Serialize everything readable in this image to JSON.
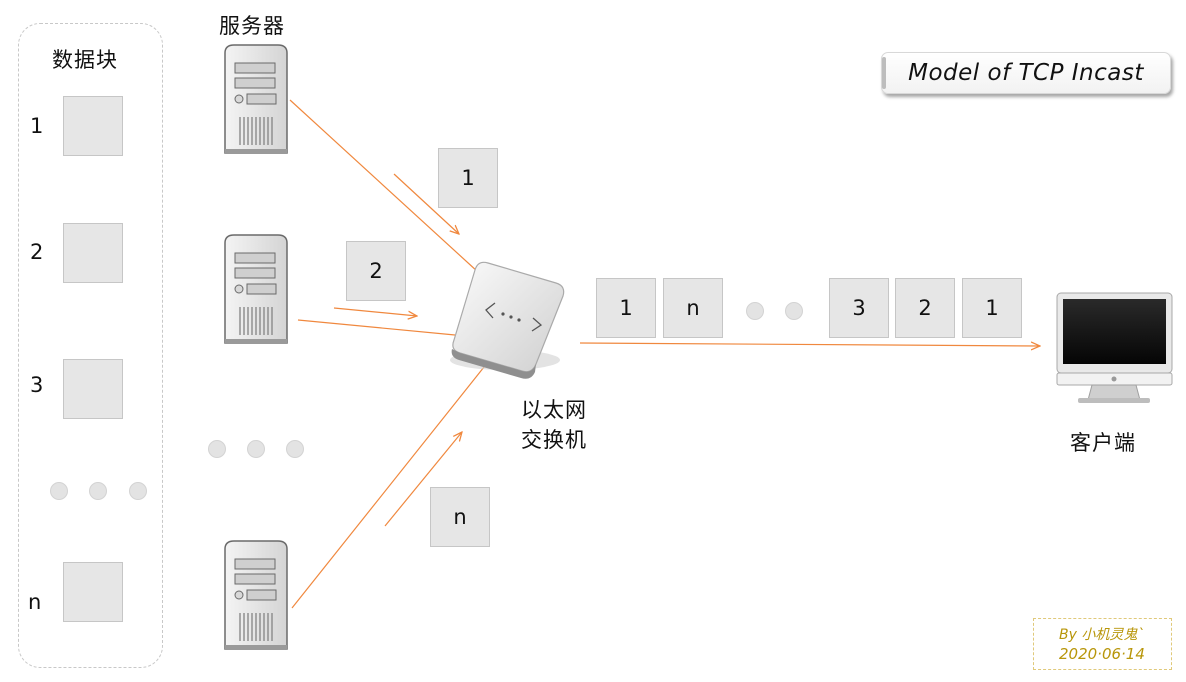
{
  "title": "Model of TCP Incast",
  "blocks_panel": {
    "heading": "数据块",
    "items": [
      "1",
      "2",
      "3",
      "n"
    ]
  },
  "servers_label": "服务器",
  "packets_in_flight": [
    "1",
    "2",
    "n"
  ],
  "switch_label_lines": [
    "以太网",
    "交换机"
  ],
  "output_queue": [
    "1",
    "n",
    "3",
    "2",
    "1"
  ],
  "client_label": "客户端",
  "credit": {
    "author": "By 小机灵鬼`",
    "date": "2020·06·14"
  },
  "colors": {
    "arrow": "#f0883e",
    "block_fill": "#e6e6e6",
    "credit_text": "#b8960a"
  },
  "icons": [
    "server-icon",
    "ethernet-switch-icon",
    "client-monitor-icon"
  ]
}
